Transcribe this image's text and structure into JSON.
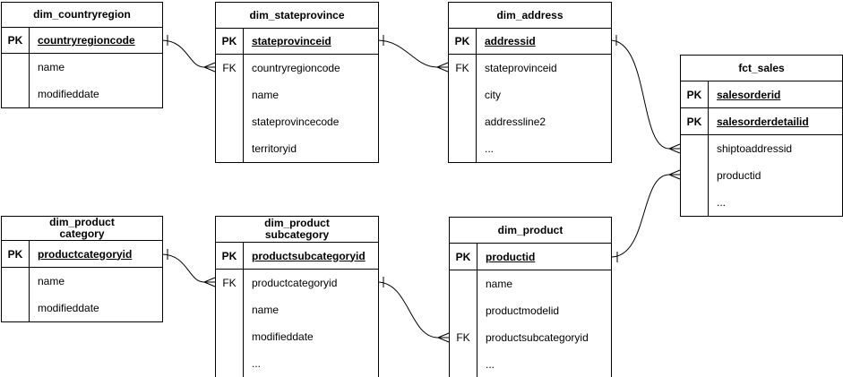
{
  "diagram": {
    "type": "entity-relationship-diagram",
    "line_color": "#000000",
    "background_color": "#ffffff",
    "tables": [
      {
        "id": "dim_countryregion",
        "title": "dim_countryregion",
        "rows": [
          {
            "key": "PK",
            "field": "countryregioncode"
          },
          {
            "key": "",
            "field": "name"
          },
          {
            "key": "",
            "field": "modifieddate"
          }
        ]
      },
      {
        "id": "dim_stateprovince",
        "title": "dim_stateprovince",
        "rows": [
          {
            "key": "PK",
            "field": "stateprovinceid"
          },
          {
            "key": "FK",
            "field": "countryregioncode"
          },
          {
            "key": "",
            "field": "name"
          },
          {
            "key": "",
            "field": "stateprovincecode"
          },
          {
            "key": "",
            "field": "territoryid"
          }
        ]
      },
      {
        "id": "dim_address",
        "title": "dim_address",
        "rows": [
          {
            "key": "PK",
            "field": "addressid"
          },
          {
            "key": "FK",
            "field": "stateprovinceid"
          },
          {
            "key": "",
            "field": "city"
          },
          {
            "key": "",
            "field": "addressline2"
          },
          {
            "key": "",
            "field": "..."
          }
        ]
      },
      {
        "id": "fct_sales",
        "title": "fct_sales",
        "rows": [
          {
            "key": "PK",
            "field": "salesorderid"
          },
          {
            "key": "PK",
            "field": "salesorderdetailid"
          },
          {
            "key": "",
            "field": "shiptoaddressid"
          },
          {
            "key": "",
            "field": "productid"
          },
          {
            "key": "",
            "field": "..."
          }
        ]
      },
      {
        "id": "dim_productcategory",
        "title": "dim_product\ncategory",
        "rows": [
          {
            "key": "PK",
            "field": "productcategoryid"
          },
          {
            "key": "",
            "field": "name"
          },
          {
            "key": "",
            "field": "modifieddate"
          }
        ]
      },
      {
        "id": "dim_productsubcategory",
        "title": "dim_product\nsubcategory",
        "rows": [
          {
            "key": "PK",
            "field": "productsubcategoryid"
          },
          {
            "key": "FK",
            "field": "productcategoryid"
          },
          {
            "key": "",
            "field": "name"
          },
          {
            "key": "",
            "field": "modifieddate"
          },
          {
            "key": "",
            "field": "..."
          }
        ]
      },
      {
        "id": "dim_product",
        "title": "dim_product",
        "rows": [
          {
            "key": "PK",
            "field": "productid"
          },
          {
            "key": "",
            "field": "name"
          },
          {
            "key": "",
            "field": "productmodelid"
          },
          {
            "key": "FK",
            "field": "productsubcategoryid"
          },
          {
            "key": "",
            "field": "..."
          }
        ]
      }
    ],
    "relationships": [
      {
        "from": "dim_countryregion.countryregioncode",
        "to": "dim_stateprovince.countryregioncode",
        "from_cardinality": "one",
        "to_cardinality": "many"
      },
      {
        "from": "dim_stateprovince.stateprovinceid",
        "to": "dim_address.stateprovinceid",
        "from_cardinality": "one",
        "to_cardinality": "many"
      },
      {
        "from": "dim_address.addressid",
        "to": "fct_sales.shiptoaddressid",
        "from_cardinality": "one",
        "to_cardinality": "many"
      },
      {
        "from": "dim_product.productid",
        "to": "fct_sales.productid",
        "from_cardinality": "one",
        "to_cardinality": "many"
      },
      {
        "from": "dim_productcategory.productcategoryid",
        "to": "dim_productsubcategory.productcategoryid",
        "from_cardinality": "one",
        "to_cardinality": "many"
      },
      {
        "from": "dim_productsubcategory.productsubcategoryid",
        "to": "dim_product.productsubcategoryid",
        "from_cardinality": "one",
        "to_cardinality": "many"
      }
    ]
  }
}
